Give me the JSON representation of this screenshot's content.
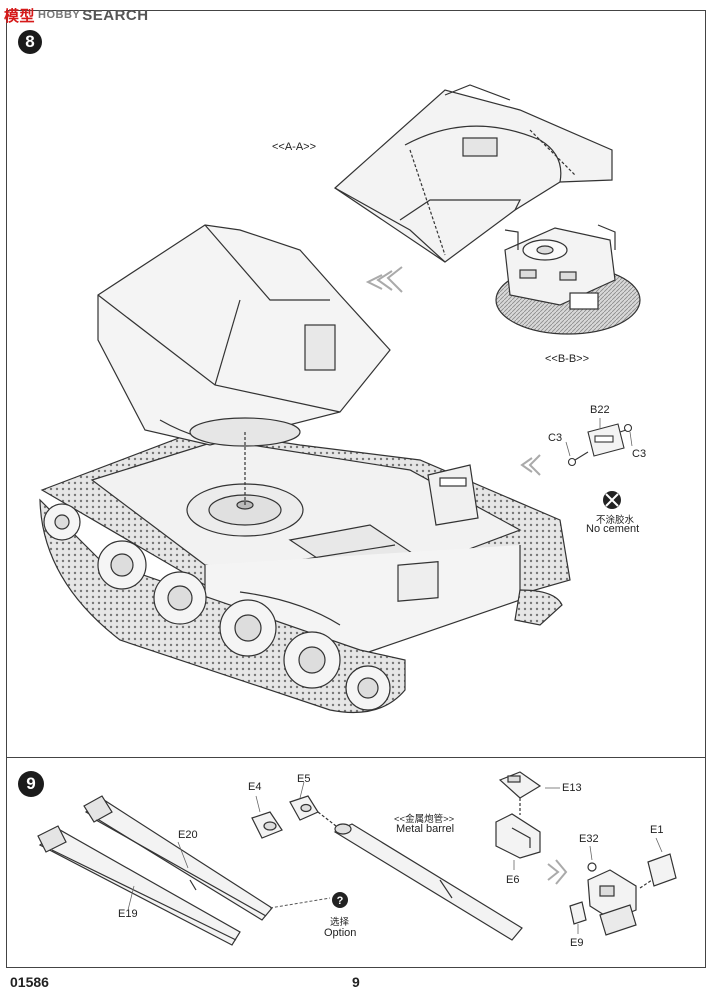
{
  "watermark": {
    "cn": "模型",
    "site": "HOBBY",
    "search": "SEARCH"
  },
  "step8": {
    "number": "8",
    "section_aa": "<<A-A>>",
    "section_bb": "<<B-B>>",
    "parts": {
      "b22": "B22",
      "c3_left": "C3",
      "c3_right": "C3"
    },
    "no_cement_cn": "不涂胶水",
    "no_cement_en": "No cement"
  },
  "step9": {
    "number": "9",
    "parts": {
      "e20": "E20",
      "e19": "E19",
      "e4": "E4",
      "e5": "E5",
      "e13": "E13",
      "e6": "E6",
      "e32": "E32",
      "e1": "E1",
      "e9": "E9"
    },
    "metal_barrel_cn": "<<金属炮管>>",
    "metal_barrel_en": "Metal barrel",
    "option_cn": "选择",
    "option_en": "Option"
  },
  "footer": {
    "code": "01586",
    "page": "9"
  }
}
